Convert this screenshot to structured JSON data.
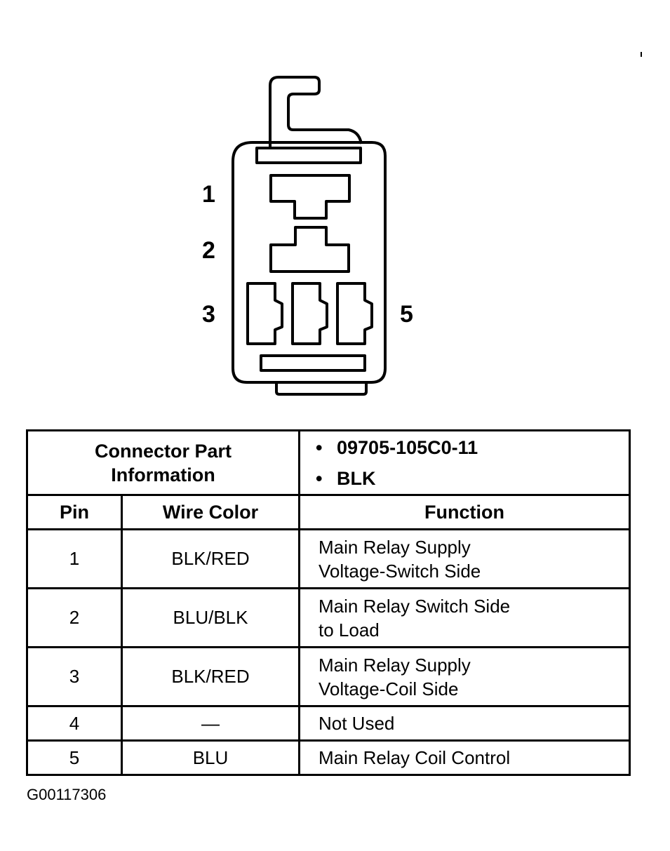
{
  "diagram": {
    "pin_labels": {
      "p1": "1",
      "p2": "2",
      "p3": "3",
      "p5": "5"
    }
  },
  "connector_info": {
    "heading": "Connector Part Information",
    "part_number": "09705-105C0-11",
    "connector_color": "BLK"
  },
  "table": {
    "headers": {
      "pin": "Pin",
      "wire_color": "Wire Color",
      "function": "Function"
    },
    "rows": [
      {
        "pin": "1",
        "wire_color": "BLK/RED",
        "function_line1": "Main Relay Supply",
        "function_line2": "Voltage-Switch Side"
      },
      {
        "pin": "2",
        "wire_color": "BLU/BLK",
        "function_line1": "Main Relay Switch Side",
        "function_line2": "to Load"
      },
      {
        "pin": "3",
        "wire_color": "BLK/RED",
        "function_line1": "Main Relay Supply",
        "function_line2": "Voltage-Coil Side"
      },
      {
        "pin": "4",
        "wire_color": "—",
        "function_line1": "Not Used",
        "function_line2": ""
      },
      {
        "pin": "5",
        "wire_color": "BLU",
        "function_line1": "Main Relay Coil Control",
        "function_line2": ""
      }
    ]
  },
  "figure_id": "G00117306"
}
